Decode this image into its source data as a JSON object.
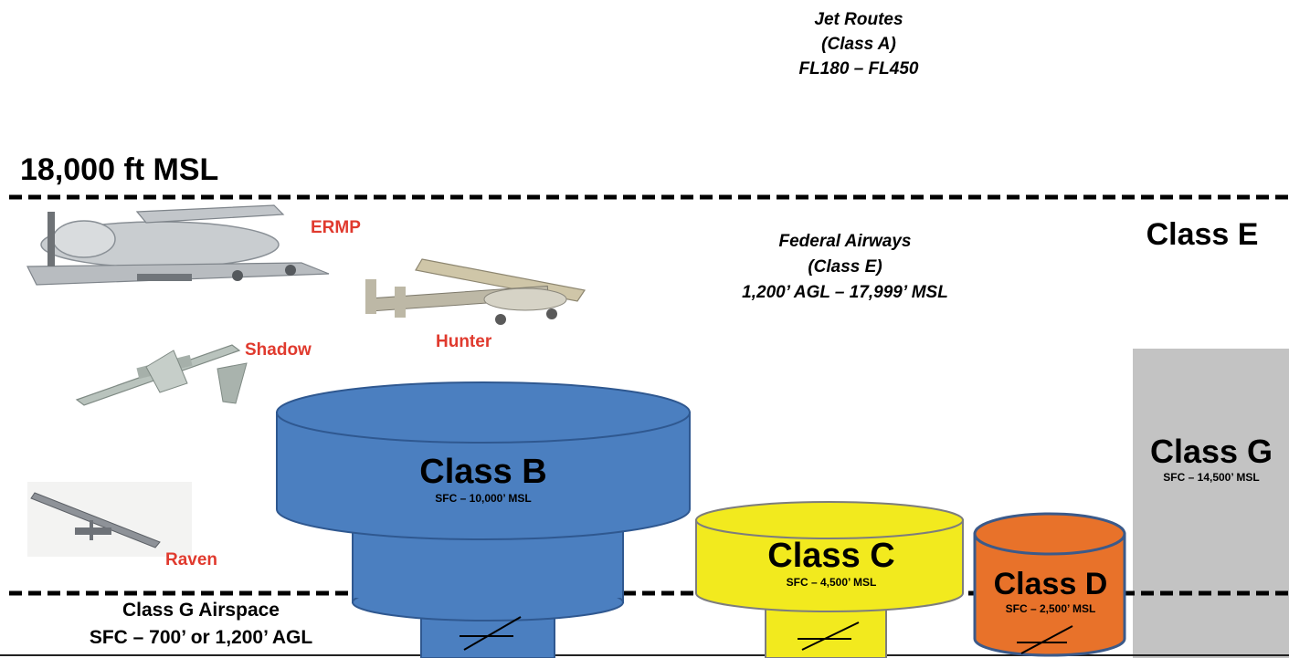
{
  "jet_routes": {
    "line1": "Jet Routes",
    "line2": "(Class A)",
    "line3": "FL180 – FL450"
  },
  "altitude_marker": "18,000 ft MSL",
  "federal_airways": {
    "line1": "Federal Airways",
    "line2": "(Class E)",
    "line3": "1,200’ AGL – 17,999’ MSL"
  },
  "class_e_label": "Class E",
  "class_g_column": {
    "title": "Class G",
    "range": "SFC – 14,500’ MSL"
  },
  "class_b": {
    "title": "Class B",
    "range": "SFC – 10,000’ MSL"
  },
  "class_c": {
    "title": "Class C",
    "range": "SFC – 4,500’ MSL"
  },
  "class_d": {
    "title": "Class D",
    "range": "SFC – 2,500’ MSL"
  },
  "class_g_airspace": {
    "line1": "Class G Airspace",
    "line2": "SFC – 700’ or 1,200’ AGL"
  },
  "uav_labels": {
    "ermp": "ERMP",
    "hunter": "Hunter",
    "shadow": "Shadow",
    "raven": "Raven"
  },
  "colors": {
    "class_b": "#4b7fc0",
    "class_c": "#f2ea1e",
    "class_d": "#e8722a",
    "class_g": "#c3c3c3",
    "uav_label": "#e03a2e"
  }
}
